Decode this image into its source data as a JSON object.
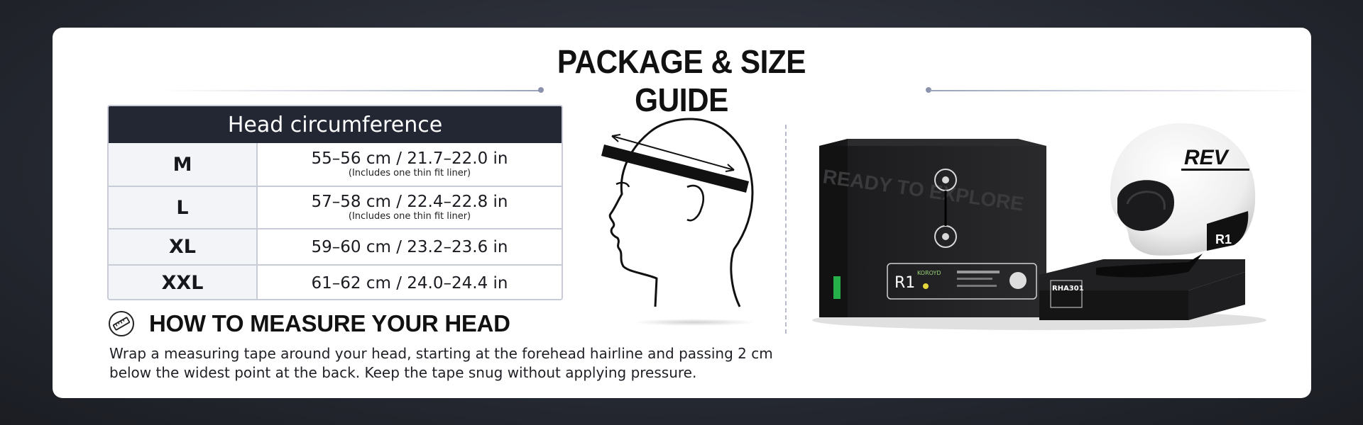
{
  "header": {
    "title": "PACKAGE & SIZE GUIDE"
  },
  "size_table": {
    "heading": "Head circumference",
    "rows": [
      {
        "size": "M",
        "value": "55–56 cm / 21.7–22.0 in",
        "note": "(Includes one thin fit liner)"
      },
      {
        "size": "L",
        "value": "57–58 cm / 22.4–22.8 in",
        "note": "(Includes one thin fit liner)"
      },
      {
        "size": "XL",
        "value": "59–60 cm / 23.2–23.6 in",
        "note": ""
      },
      {
        "size": "XXL",
        "value": "61–62 cm / 24.0–24.4 in",
        "note": ""
      }
    ]
  },
  "measure": {
    "icon": "measuring-tape-icon",
    "title": "HOW TO MEASURE YOUR HEAD",
    "text": "Wrap a measuring tape around your head, starting at the forehead hairline and passing 2 cm below the widest point at the back. Keep the tape snug without applying pressure."
  },
  "product": {
    "box_text": "READY TO EXPLORE",
    "model": "R1",
    "brand": "KOROYD",
    "stand_label": "RHA301",
    "helmet_logo": "REV",
    "helmet_badge": "R1"
  },
  "colors": {
    "table_header": "#222733",
    "card": "#ffffff",
    "background": "#23262e"
  }
}
